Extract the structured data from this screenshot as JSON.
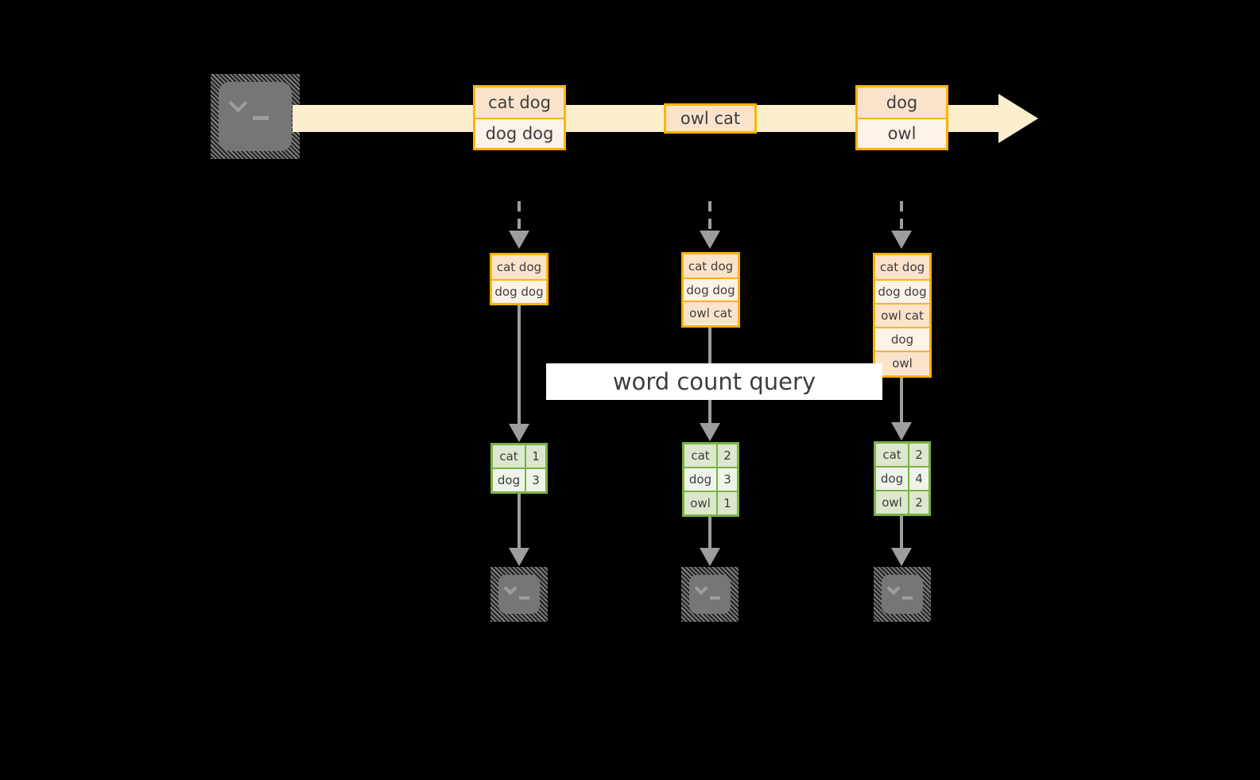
{
  "diagram": {
    "title": "word count query",
    "colors": {
      "background": "#000000",
      "stream_fill": "#FCEFCD",
      "event_border": "#FFB300",
      "event_fill": "#FDF0E3",
      "result_border": "#7CB342",
      "result_fill": "#EEF4E8",
      "connector": "#9d9d9d",
      "terminal_screen": "#767676",
      "label_band": "#FFFFFF"
    }
  },
  "source": {
    "icon": "terminal-icon",
    "prompt": ">_"
  },
  "stream": {
    "arrow_icon": "right-arrow-icon",
    "batches": [
      {
        "id": "batch-1",
        "lines": [
          "cat dog",
          "dog dog"
        ]
      },
      {
        "id": "batch-2",
        "lines": [
          "owl cat"
        ]
      },
      {
        "id": "batch-3",
        "lines": [
          "dog",
          "owl"
        ]
      }
    ]
  },
  "query_label": "word count query",
  "columns": [
    {
      "id": "column-1",
      "input_table": {
        "rows": [
          "cat dog",
          "dog dog"
        ]
      },
      "result_table": {
        "rows": [
          {
            "word": "cat",
            "count": "1"
          },
          {
            "word": "dog",
            "count": "3"
          }
        ]
      },
      "sink": {
        "icon": "terminal-icon",
        "prompt": ">_"
      }
    },
    {
      "id": "column-2",
      "input_table": {
        "rows": [
          "cat dog",
          "dog dog",
          "owl cat"
        ]
      },
      "result_table": {
        "rows": [
          {
            "word": "cat",
            "count": "2"
          },
          {
            "word": "dog",
            "count": "3"
          },
          {
            "word": "owl",
            "count": "1"
          }
        ]
      },
      "sink": {
        "icon": "terminal-icon",
        "prompt": ">_"
      }
    },
    {
      "id": "column-3",
      "input_table": {
        "rows": [
          "cat dog",
          "dog dog",
          "owl cat",
          "dog",
          "owl"
        ]
      },
      "result_table": {
        "rows": [
          {
            "word": "cat",
            "count": "2"
          },
          {
            "word": "dog",
            "count": "4"
          },
          {
            "word": "owl",
            "count": "2"
          }
        ]
      },
      "sink": {
        "icon": "terminal-icon",
        "prompt": ">_"
      }
    }
  ]
}
